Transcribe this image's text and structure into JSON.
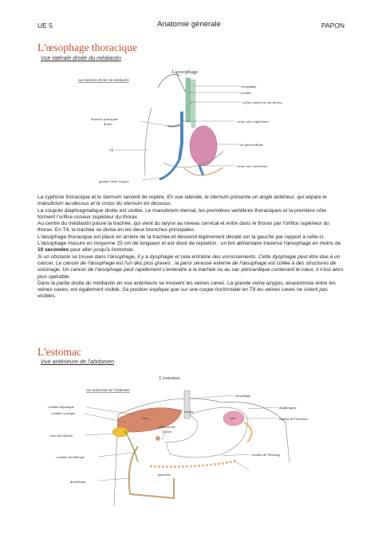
{
  "header": {
    "left": "UE 5",
    "center": "Anatomie générale",
    "right": "PAPON"
  },
  "section1": {
    "title": "L'œsophage thoracique",
    "subtitle": "Vue latérale droite du médiastin",
    "figure": {
      "title": "L'oesophage",
      "view_caption": "vue latérale droite du médiastin",
      "labels": {
        "oesophage": "oesophage",
        "trachee": "trachée",
        "orifice": "orifice supérieur du thorax",
        "vcs": "veine cave supérieure",
        "bronche1": "branche principale",
        "bronche2": "droite",
        "sac": "sac péricardique",
        "t8": "T8",
        "vci": "veine cave inférieure",
        "azygos": "grande veine azygos"
      }
    },
    "paragraphs": {
      "p1a": "La cyphose thoracique et le sternum servent de repère. ",
      "p1b": "En vue latérale, le sternum présente un angle antérieur, qui sépare le manubrium au-dessus et le corps du sternum en dessous.",
      "p2": "La coupole diaphragmatique droite est visible. Le manubrium sternal, les premières vertèbres thoraciques et la première côte forment l'orifice osseux supérieur du thorax.",
      "p3": "Au centre du médiastin passe la trachée, qui vient du larynx au niveau cervical et entre dans le thorax par l'orifice supérieur du thorax. En T4, la trachée se divise en les deux bronches principales.",
      "p4a": "L'œsophage thoracique est placé en arrière de la trachée et descend légèrement décalé sur la gauche par rapport à celle-ci. L'œsophage mesure en moyenne 25 cm de longueur et est doué de reptation : un bol alimentaire traverse l'œsophage en moins de ",
      "p4b": "10 secondes",
      "p4c": " pour aller jusqu'à l'estomac.",
      "p5": "Si un obstacle se trouve dans l'œsophage, il y a dysphagie et cela entraîne des vomissements. Cette dysphagie peut être due à un cancer. Le cancer de l'œsophage est l'un des plus graves : la paroi séreuse externe de l'œsophage est collée à des structures de voisinage. Un cancer de l'œsophage peut rapidement s'entendre à la trachée ou au sac péricardique contenant le cœur, il n'est alors plus opérable.",
      "p6a": "Dans la partie droite du médiastin en  vue antérieure se trouvent les veines caves. La grande veine azygos, anastomose entre les veines caves, est également visible. ",
      "p6b": "Sa position explique que sur une coupe horizontale en T8 les veines caves ne soient pas visibles."
    }
  },
  "section2": {
    "title": "L'estomac",
    "subtitle": "Vue antérieure de l'abdomen",
    "figure": {
      "title": "L'estomac",
      "view_caption": "vue antérieure de l'abdomen",
      "labels": {
        "oesophage": "oesophage",
        "conduit_hepatique": "conduit hépatique",
        "conduit_cystique": "conduit cystique",
        "foie": "foie",
        "cardia": "cardia",
        "diaphragme": "diaphragme",
        "rate": "rate",
        "fundus": "fundus de l'estomac",
        "vesicule": "vésicule biliaire",
        "sphincter1": "sphincter du",
        "sphincter2": "pylore",
        "conduit_choledoque": "conduit cholédoque",
        "conduit_wirsung": "conduit de Wirsung",
        "pancreas": "pancréas",
        "duodenum": "duodénum"
      }
    }
  }
}
